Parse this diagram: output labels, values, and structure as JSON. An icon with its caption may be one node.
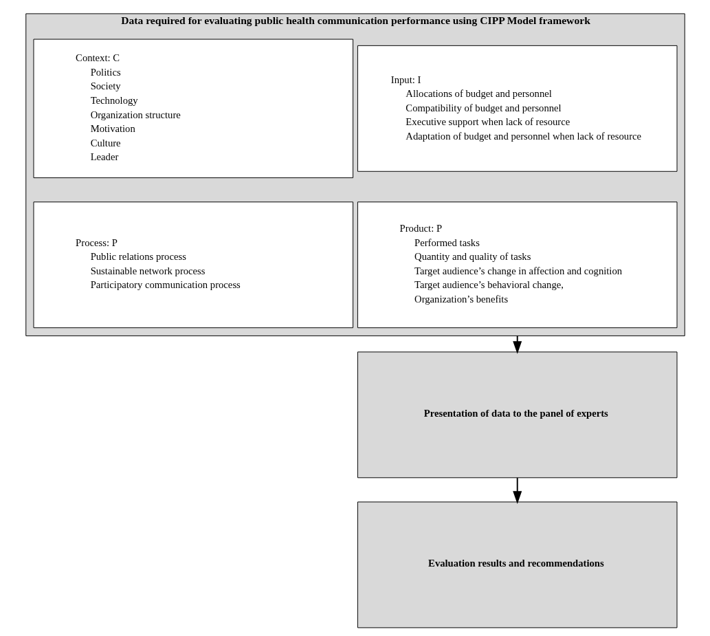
{
  "diagram": {
    "nodes": [
      {
        "text": [
          "Data required for evaluating public health communication performance using CIPP Model framework"
        ]
      },
      {
        "text": [
          "Context: C",
          "Politics",
          "Society",
          "Technology",
          "Organization structure",
          "Motivation",
          "Culture",
          "Leader"
        ],
        "in": 0
      },
      {
        "text": [
          "Input: I",
          "Allocations of budget and personnel",
          "Compatibility of budget and personnel",
          "Executive support when lack of resource",
          "Adaptation of budget and personnel when lack of resource"
        ],
        "in": 0
      },
      {
        "text": [
          "Process: P",
          "Public relations process",
          "Sustainable network process",
          "Participatory communication process"
        ],
        "in": 0
      },
      {
        "text": [
          "Product: P",
          "Performed tasks",
          "Quantity and quality of tasks",
          "Target audience’s change in affection and cognition",
          "Target audience’s behavioral change,",
          "Organization’s benefits"
        ],
        "in": 0
      },
      {
        "text": [
          "Presentation of data to the panel of experts"
        ]
      },
      {
        "text": [
          "Evaluation results and recommendations"
        ]
      }
    ],
    "edges": [
      {
        "from": 0,
        "to": 5,
        "arrow": "to"
      },
      {
        "from": 5,
        "to": 6,
        "arrow": "to"
      }
    ]
  }
}
